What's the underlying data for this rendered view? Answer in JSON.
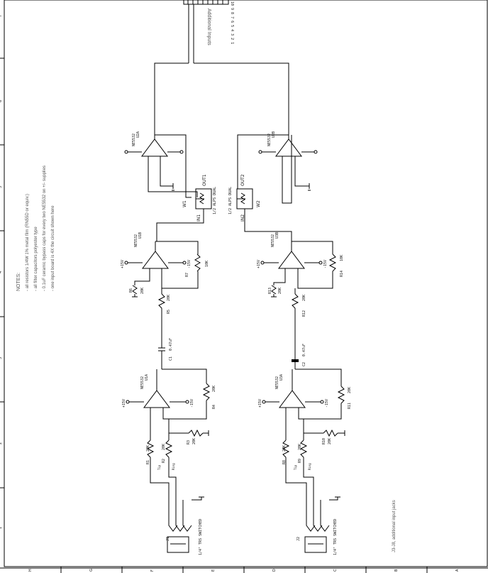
{
  "frame": {
    "row_labels": [
      "1",
      "2",
      "3",
      "4",
      "5",
      "6",
      "7"
    ],
    "col_labels": [
      "H",
      "G",
      "F",
      "E",
      "D",
      "C",
      "B",
      "A"
    ]
  },
  "header": {
    "additional_inputs": "Additional Inputs",
    "connector_pins": "10 9 8 7 6 5 4 3 2 1"
  },
  "notes": {
    "title": "NOTES:",
    "lines": [
      "- all resistors 1/4W 1% metal film (RN55D or equiv.)",
      "- all filter capacitors polyester type",
      "- 0.1uF ceramic bypass caps for every two NE5532 on +/- supplies",
      "- one input board is 4X the circuit shown here"
    ]
  },
  "jacks_note": "J3-J8, additional input jacks",
  "channels": [
    {
      "jack_ref": "J1",
      "jack_label": "1/4\" TRS SWITCHED",
      "r_in_a": "R1",
      "r_in_a_val": "20K",
      "r_in_b": "R2",
      "r_in_b_val": "20K",
      "r_gnd": "R3",
      "r_gnd_val": "20K",
      "u1_type": "NE5532",
      "u1_ref": "U1A",
      "r_fb1": "R4",
      "r_fb1_val": "20K",
      "cap": "C1",
      "cap_val": "0.47uF",
      "r_series": "R5",
      "r_series_val": "20K",
      "r_bias": "R6",
      "r_bias_val": "20K",
      "u2_type": "NE5532",
      "u2_ref": "U1B",
      "r_fb2": "R7",
      "r_fb2_val": "10K",
      "pot_label": "1/2 ALPS DUAL",
      "pot_out": "OUT1",
      "pot_in": "IN1",
      "pot_w": "W1",
      "u3_type": "NE5532",
      "u3_ref": "U2A",
      "supply_pos": "+15V",
      "supply_neg": "-15V",
      "tip": "Tip",
      "ring": "Ring"
    },
    {
      "jack_ref": "J2",
      "jack_label": "1/4\" TRS SWITCHED",
      "r_in_a": "R8",
      "r_in_a_val": "20K",
      "r_in_b": "R9",
      "r_in_b_val": "20K",
      "r_gnd": "R10",
      "r_gnd_val": "20K",
      "u1_type": "NE5532",
      "u1_ref": "U3A",
      "r_fb1": "R11",
      "r_fb1_val": "20K",
      "cap": "C2",
      "cap_val": "0.47uF",
      "r_series": "R12",
      "r_series_val": "20K",
      "r_bias": "R13",
      "r_bias_val": "20K",
      "u2_type": "NE5532",
      "u2_ref": "U3B",
      "r_fb2": "R14",
      "r_fb2_val": "10K",
      "pot_label": "1/2 ALPS DUAL",
      "pot_out": "OUT2",
      "pot_in": "IN2",
      "pot_w": "W2",
      "u3_type": "NE5532",
      "u3_ref": "U2B",
      "supply_pos": "+15V",
      "supply_neg": "-15V",
      "tip": "Tip",
      "ring": "Ring"
    }
  ]
}
